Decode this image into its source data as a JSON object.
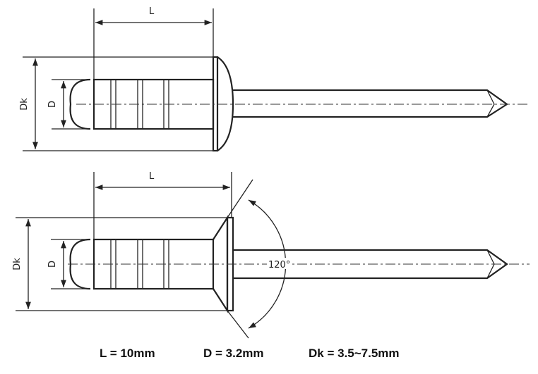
{
  "top_rivet": {
    "length_label": "L",
    "head_diameter_label": "Dk",
    "diameter_label": "D"
  },
  "bottom_rivet": {
    "length_label": "L",
    "head_diameter_label": "Dk",
    "diameter_label": "D",
    "angle_label": "120°"
  },
  "specs": {
    "length": "L = 10mm",
    "diameter": "D = 3.2mm",
    "head_diameter": "Dk = 3.5~7.5mm"
  }
}
